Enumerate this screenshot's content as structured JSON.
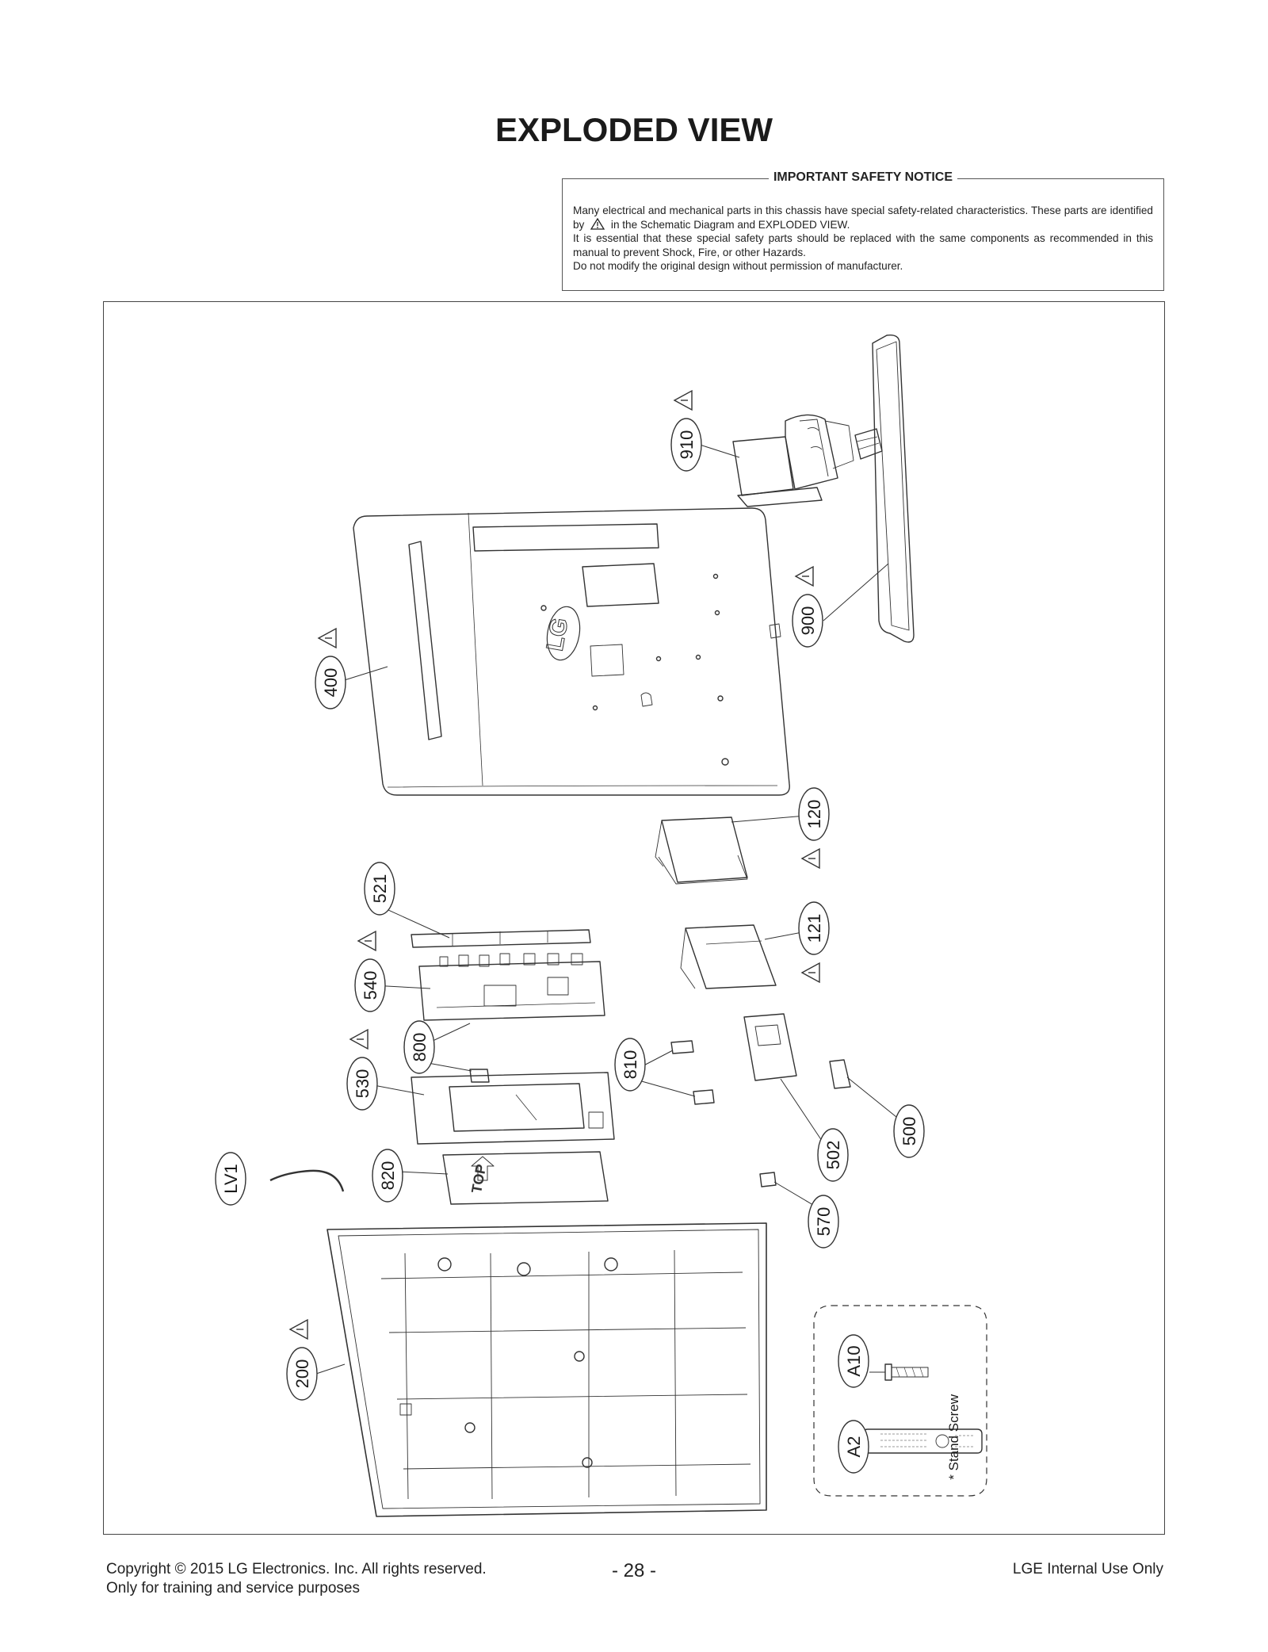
{
  "page_title": "EXPLODED VIEW",
  "notice": {
    "title": "IMPORTANT SAFETY NOTICE",
    "line1": "Many electrical and mechanical parts in this chassis have special safety-related characteristics. These parts are identified by",
    "line1_tail": "in the Schematic Diagram and EXPLODED VIEW.",
    "line2": "It is essential that these special safety parts should be replaced with the same components as recommended in this manual to prevent Shock, Fire, or other Hazards.",
    "line3": "Do not modify the original design without permission of manufacturer."
  },
  "parts": [
    {
      "label": "910",
      "safety": true
    },
    {
      "label": "900",
      "safety": true
    },
    {
      "label": "400",
      "safety": true
    },
    {
      "label": "120",
      "safety": true
    },
    {
      "label": "521",
      "safety": false
    },
    {
      "label": "121",
      "safety": true
    },
    {
      "label": "540",
      "safety": true
    },
    {
      "label": "800",
      "safety": false
    },
    {
      "label": "810",
      "safety": false
    },
    {
      "label": "530",
      "safety": true
    },
    {
      "label": "500",
      "safety": false
    },
    {
      "label": "502",
      "safety": false
    },
    {
      "label": "LV1",
      "safety": false
    },
    {
      "label": "820",
      "safety": false
    },
    {
      "label": "570",
      "safety": false
    },
    {
      "label": "200",
      "safety": true
    },
    {
      "label": "A10",
      "safety": false
    },
    {
      "label": "A2",
      "safety": false
    }
  ],
  "accessory_note": "* Stand Screw",
  "back_cover_logo": "LG",
  "label_sheet": {
    "text": "TOP"
  },
  "footer": {
    "copyright": "Copyright © 2015 LG Electronics. Inc. All rights reserved.",
    "purpose": "Only for training and service purposes",
    "page_number": "- 28 -",
    "internal": "LGE Internal Use Only"
  }
}
